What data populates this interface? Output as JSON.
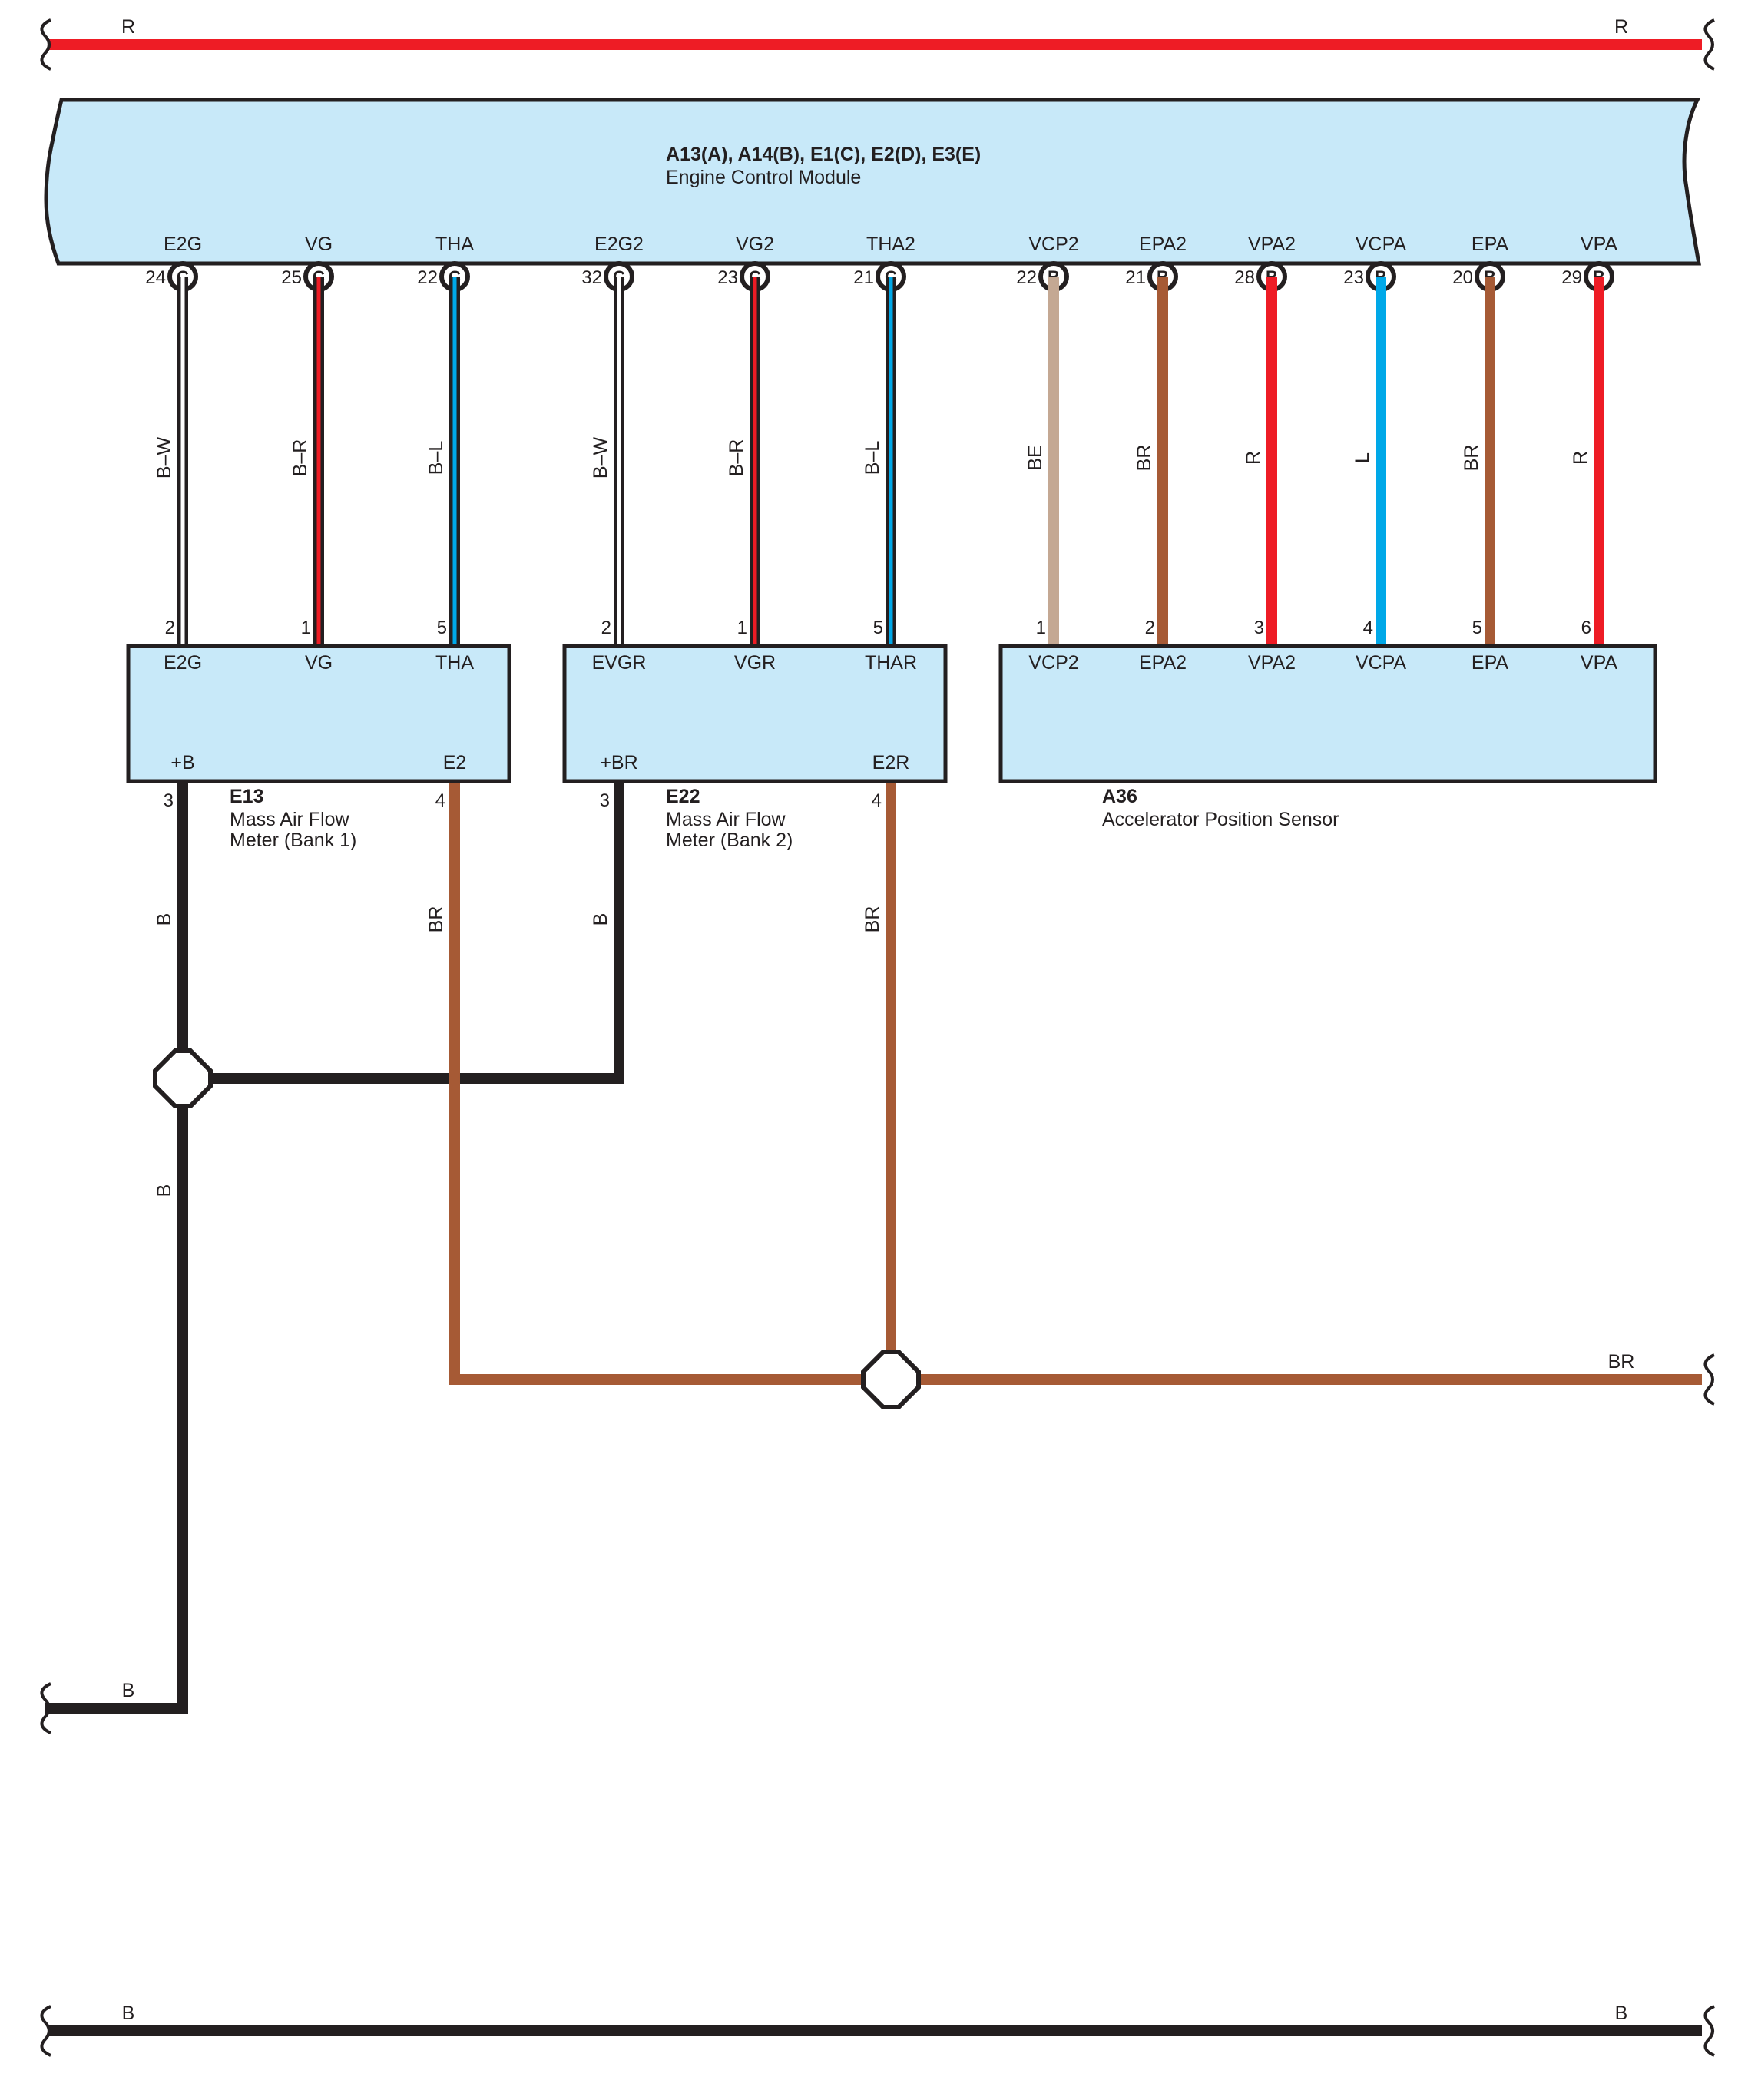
{
  "colors": {
    "R": "#ee1c25",
    "B": "#231f20",
    "W": "#ffffff",
    "L": "#00a8e8",
    "BR": "#a65a35",
    "BE": "#c4a893",
    "box_fill": "#c8e9f9"
  },
  "top_bus": {
    "left_label": "R",
    "right_label": "R",
    "color_code": "R"
  },
  "bottom_bus": {
    "left_label": "B",
    "right_label": "B",
    "color_code": "B"
  },
  "ecm": {
    "title": "A13(A), A14(B), E1(C), E2(D), E3(E)",
    "subtitle": "Engine Control Module",
    "pins": [
      {
        "name": "E2G",
        "pin": "24",
        "conn": "C",
        "wire": "B–W",
        "c1": "B",
        "c2": "W"
      },
      {
        "name": "VG",
        "pin": "25",
        "conn": "C",
        "wire": "B–R",
        "c1": "B",
        "c2": "R"
      },
      {
        "name": "THA",
        "pin": "22",
        "conn": "C",
        "wire": "B–L",
        "c1": "B",
        "c2": "L"
      },
      {
        "name": "E2G2",
        "pin": "32",
        "conn": "C",
        "wire": "B–W",
        "c1": "B",
        "c2": "W"
      },
      {
        "name": "VG2",
        "pin": "23",
        "conn": "C",
        "wire": "B–R",
        "c1": "B",
        "c2": "R"
      },
      {
        "name": "THA2",
        "pin": "21",
        "conn": "C",
        "wire": "B–L",
        "c1": "B",
        "c2": "L"
      },
      {
        "name": "VCP2",
        "pin": "22",
        "conn": "B",
        "wire": "BE",
        "c1": "BE"
      },
      {
        "name": "EPA2",
        "pin": "21",
        "conn": "B",
        "wire": "BR",
        "c1": "BR"
      },
      {
        "name": "VPA2",
        "pin": "28",
        "conn": "B",
        "wire": "R",
        "c1": "R"
      },
      {
        "name": "VCPA",
        "pin": "23",
        "conn": "B",
        "wire": "L",
        "c1": "L"
      },
      {
        "name": "EPA",
        "pin": "20",
        "conn": "B",
        "wire": "BR",
        "c1": "BR"
      },
      {
        "name": "VPA",
        "pin": "29",
        "conn": "B",
        "wire": "R",
        "c1": "R"
      }
    ]
  },
  "e13": {
    "id": "E13",
    "name_line1": "Mass Air Flow",
    "name_line2": "Meter (Bank 1)",
    "top_pins": [
      {
        "name": "E2G",
        "num": "2"
      },
      {
        "name": "VG",
        "num": "1"
      },
      {
        "name": "THA",
        "num": "5"
      }
    ],
    "bottom_pins": [
      {
        "name": "+B",
        "num": "3",
        "wire": "B"
      },
      {
        "name": "E2",
        "num": "4",
        "wire": "BR"
      }
    ]
  },
  "e22": {
    "id": "E22",
    "name_line1": "Mass Air Flow",
    "name_line2": "Meter (Bank 2)",
    "top_pins": [
      {
        "name": "EVGR",
        "num": "2"
      },
      {
        "name": "VGR",
        "num": "1"
      },
      {
        "name": "THAR",
        "num": "5"
      }
    ],
    "bottom_pins": [
      {
        "name": "+BR",
        "num": "3",
        "wire": "B"
      },
      {
        "name": "E2R",
        "num": "4",
        "wire": "BR"
      }
    ]
  },
  "a36": {
    "id": "A36",
    "name": "Accelerator Position Sensor",
    "top_pins": [
      {
        "name": "VCP2",
        "num": "1"
      },
      {
        "name": "EPA2",
        "num": "2"
      },
      {
        "name": "VPA2",
        "num": "3"
      },
      {
        "name": "VCPA",
        "num": "4"
      },
      {
        "name": "EPA",
        "num": "5"
      },
      {
        "name": "VPA",
        "num": "6"
      }
    ]
  },
  "lower_wires": {
    "b_upper": "B",
    "b_lower": "B",
    "b_end": "B",
    "br_end": "BR"
  }
}
